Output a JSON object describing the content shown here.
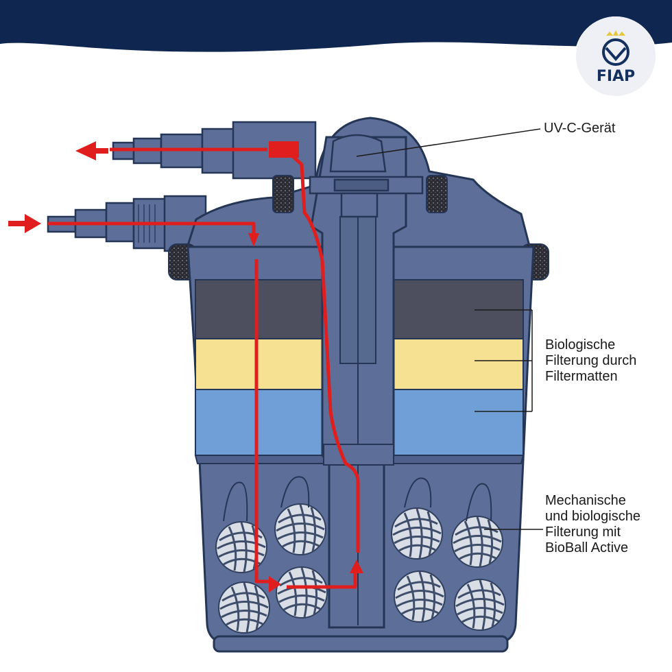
{
  "brand": {
    "logo_text": "FIAP",
    "colors": {
      "navy": "#0e2650",
      "housing": "#5d6f98",
      "outline": "#243555",
      "flow": "#e01e1e",
      "dark_mat": "#4e4f5e",
      "yellow_mat": "#f6e193",
      "blue_mat": "#6f9fd6"
    }
  },
  "labels": {
    "uv": "UV-C-Gerät",
    "bio": [
      "Biologische",
      "Filterung durch",
      "Filtermatten"
    ],
    "mech": [
      "Mechanische",
      "und biologische",
      "Filterung mit",
      "BioBall Active"
    ]
  }
}
